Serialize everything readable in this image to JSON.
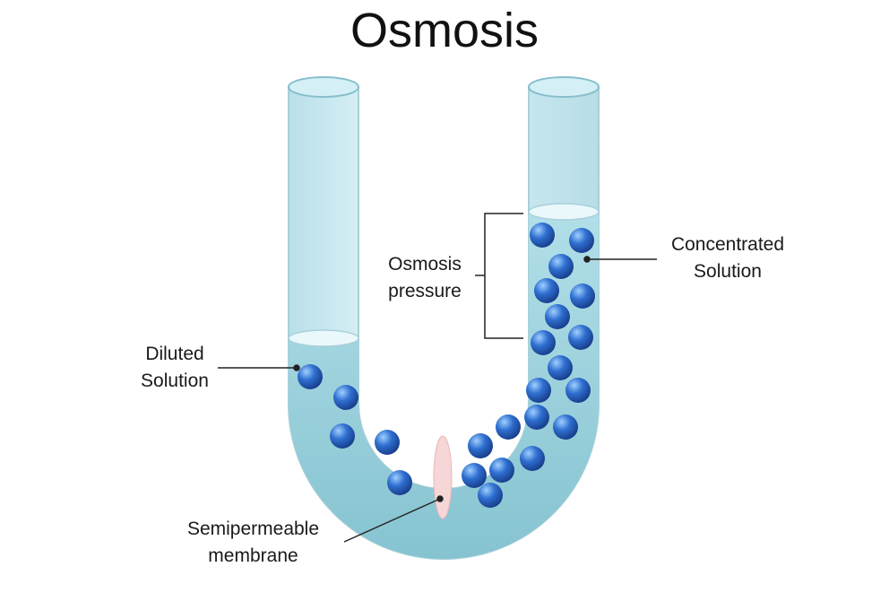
{
  "title": "Osmosis",
  "labels": {
    "diluted": [
      "Diluted",
      "Solution"
    ],
    "concentrated": [
      "Concentrated",
      "Solution"
    ],
    "pressure": [
      "Osmosis",
      "pressure"
    ],
    "membrane": [
      "Semipermeable",
      "membrane"
    ]
  },
  "colors": {
    "tube_glass": "#cdebf2",
    "tube_edge": "#9fc9d3",
    "liquid": "#9fd3de",
    "liquid_dark": "#7cbccb",
    "particle": "#2e63c0",
    "particle_dark": "#1a3f8c",
    "membrane": "#f6d6d6",
    "line": "#222222"
  },
  "icons": {
    "particle": "solute-particle-icon",
    "membrane": "membrane-icon"
  }
}
